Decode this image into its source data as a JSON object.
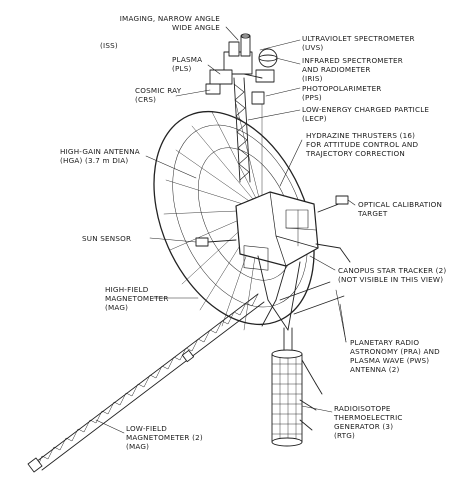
{
  "labels": {
    "iss": [
      "IMAGING, NARROW ANGLE",
      "WIDE ANGLE",
      "(ISS)"
    ],
    "pls": [
      "PLASMA",
      "(PLS)"
    ],
    "crs": [
      "COSMIC RAY",
      "(CRS)"
    ],
    "hga": [
      "HIGH-GAIN ANTENNA",
      "(HGA) (3.7 m DIA)"
    ],
    "sun": [
      "SUN SENSOR"
    ],
    "hfm": [
      "HIGH-FIELD",
      "MAGNETOMETER",
      "(MAG)"
    ],
    "lfm": [
      "LOW-FIELD",
      "MAGNETOMETER (2)",
      "(MAG)"
    ],
    "uvs": [
      "ULTRAVIOLET SPECTROMETER",
      "(UVS)"
    ],
    "iris": [
      "INFRARED SPECTROMETER",
      "AND RADIOMETER",
      "(IRIS)"
    ],
    "pps": [
      "PHOTOPOLARIMETER",
      "(PPS)"
    ],
    "lecp": [
      "LOW-ENERGY CHARGED PARTICLE",
      "(LECP)"
    ],
    "hydrazine": [
      "HYDRAZINE THRUSTERS (16)",
      "FOR ATTITUDE CONTROL AND",
      "TRAJECTORY CORRECTION"
    ],
    "optical": [
      "OPTICAL CALIBRATION",
      "TARGET"
    ],
    "canopus": [
      "CANOPUS STAR TRACKER (2)",
      "(NOT VISIBLE IN THIS VIEW)"
    ],
    "pra": [
      "PLANETARY RADIO",
      "ASTRONOMY (PRA) AND",
      "PLASMA WAVE (PWS)",
      "ANTENNA (2)"
    ],
    "rtg": [
      "RADIOISOTOPE",
      "THERMOELECTRIC",
      "GENERATOR (3)",
      "(RTG)"
    ]
  }
}
